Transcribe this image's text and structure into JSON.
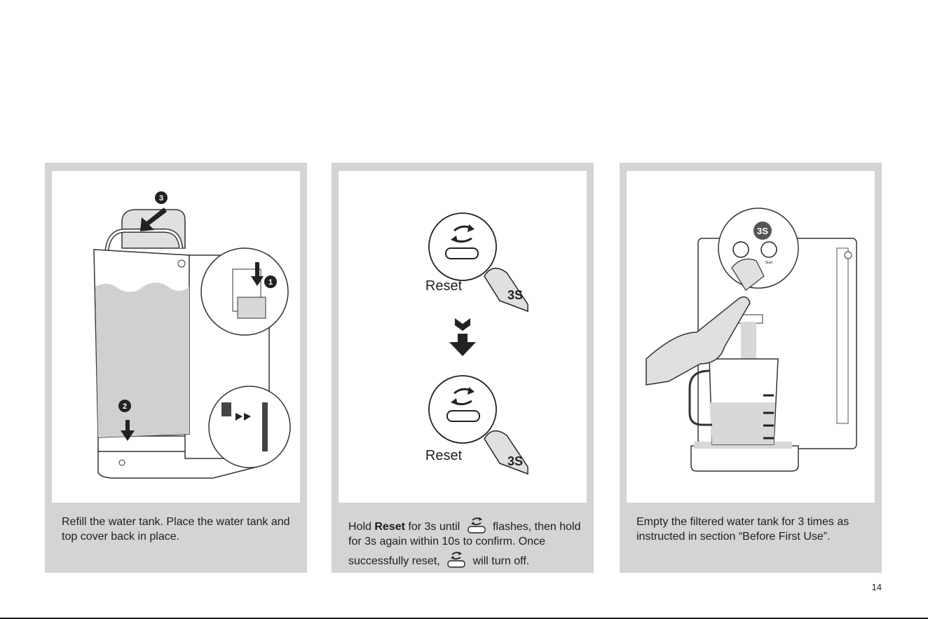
{
  "panels": [
    {
      "caption": "Refill the water tank. Place the water tank and top cover back in place.",
      "markers": [
        "1",
        "2",
        "3"
      ]
    },
    {
      "caption_parts": {
        "p1": "Hold ",
        "bold": "Reset",
        "p2": " for 3s until ",
        "p3": " flashes, then hold for 3s again within 10s to confirm. Once successfully reset, ",
        "p4": " will turn off."
      },
      "button_label": "Reset",
      "duration_label": "3S"
    },
    {
      "caption": "Empty the filtered water tank for 3 times as instructed in section “Before First Use”.",
      "duration_label": "3S",
      "button_label": "Start"
    }
  ],
  "page_number": "14"
}
